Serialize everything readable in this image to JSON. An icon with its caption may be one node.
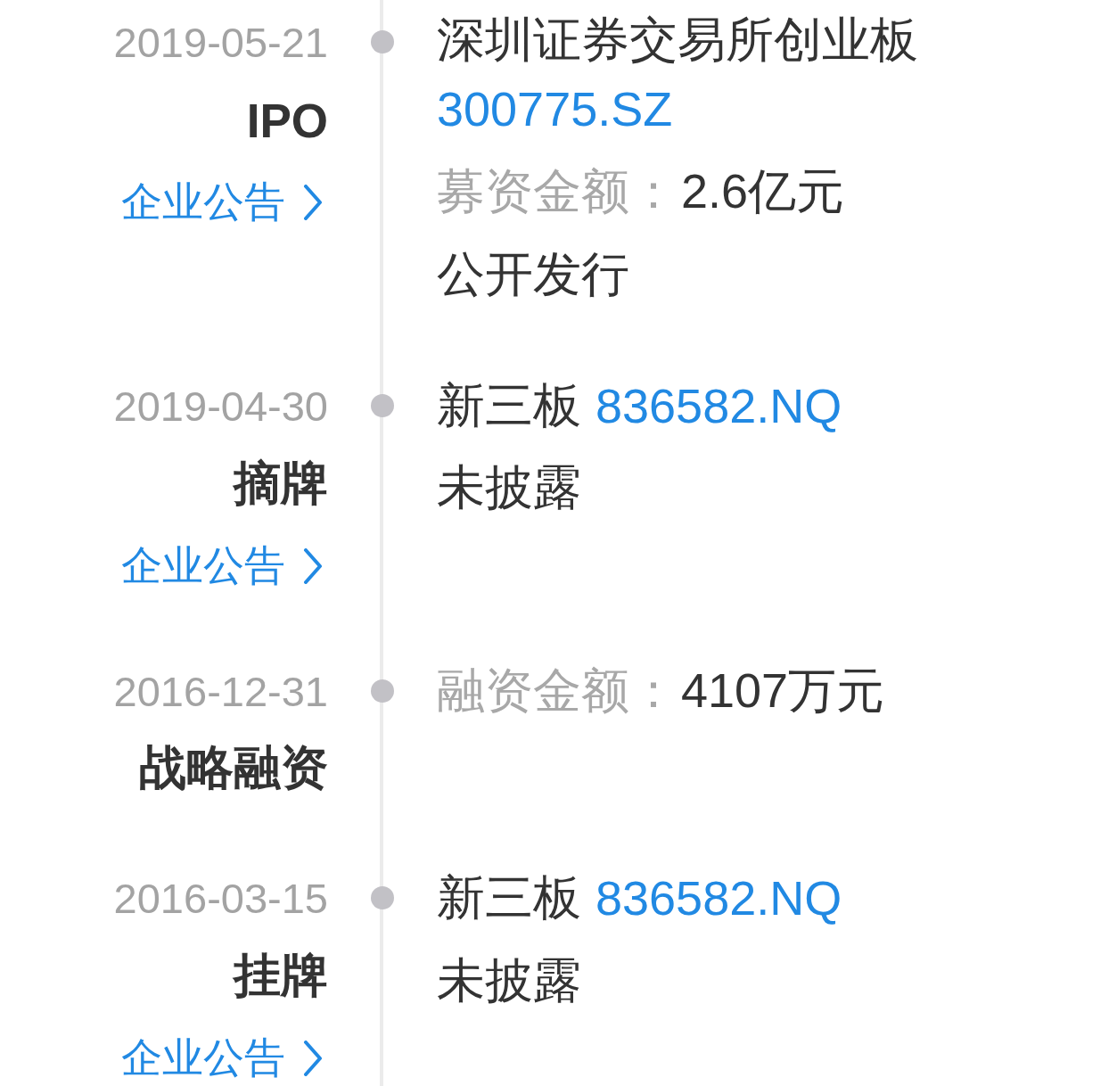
{
  "diagram": {
    "labels": [
      "2019-05-21",
      "深圳证券交易所创业板",
      "IPO",
      "300775.SZ",
      "企业公告",
      "募资金额：",
      "2.6亿元",
      "公开发行",
      "2019-04-30",
      "新三板",
      "836582.NQ",
      "摘牌",
      "未披露",
      "企业公告",
      "2016-12-31",
      "融资金额：",
      "4107万元",
      "战略融资",
      "2016-03-15",
      "新三板",
      "836582.NQ",
      "挂牌",
      "未披露",
      "企业公告"
    ]
  }
}
